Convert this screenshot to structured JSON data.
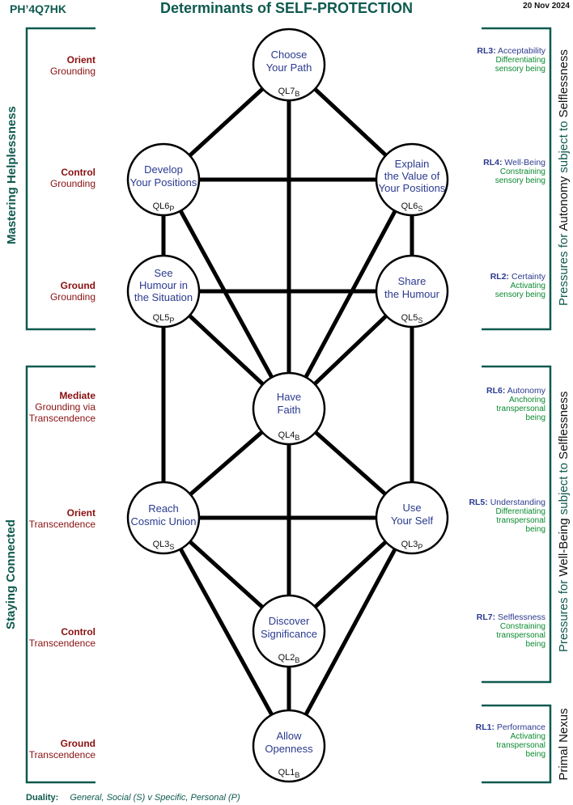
{
  "header": {
    "code": "PH’4Q7HK",
    "title": "Determinants of SELF-PROTECTION",
    "date": "20 Nov 2024"
  },
  "left_groups": [
    {
      "name": "Mastering  Helplessness"
    },
    {
      "name": "Staying  Connected"
    }
  ],
  "left_labels": [
    {
      "a": "Orient",
      "b": "Grounding"
    },
    {
      "a": "Control",
      "b": "Grounding"
    },
    {
      "a": "Ground",
      "b": "Grounding"
    },
    {
      "a": "Mediate",
      "b": "Grounding via",
      "c": "Transcendence"
    },
    {
      "a": "Orient",
      "b": "Transcendence"
    },
    {
      "a": "Control",
      "b": "Transcendence"
    },
    {
      "a": "Ground",
      "b": "Transcendence"
    }
  ],
  "right_groups": [
    {
      "p1": "Pressures for ",
      "p2": "Autonomy",
      "p3": "  subject to ",
      "p4": "Selflessness"
    },
    {
      "p1": "Pressures for ",
      "p2": "Well-Being",
      "p3": "  subject to ",
      "p4": "Selflessness"
    },
    {
      "p1": "Primal Nexus"
    }
  ],
  "right_labels": [
    {
      "code": "RL3:",
      "name": "Acceptability",
      "d1": "Differentiating",
      "d2": "sensory being"
    },
    {
      "code": "RL4:",
      "name": "Well-Being",
      "d1": "Constraining",
      "d2": "sensory being"
    },
    {
      "code": "RL2:",
      "name": "Certainty",
      "d1": "Activating",
      "d2": "sensory being"
    },
    {
      "code": "RL6:",
      "name": "Autonomy",
      "d1": "Anchoring",
      "d2": "transpersonal",
      "d3": "being"
    },
    {
      "code": "RL5:",
      "name": "Understanding",
      "d1": "Differentiating",
      "d2": "transpersonal",
      "d3": "being"
    },
    {
      "code": "RL7:",
      "name": "Selflessness",
      "d1": "Constraining",
      "d2": "transpersonal",
      "d3": "being"
    },
    {
      "code": "RL1:",
      "name": "Performance",
      "d1": "Activating",
      "d2": "transpersonal",
      "d3": "being"
    }
  ],
  "nodes": [
    {
      "id": "ql7",
      "l1": "Choose",
      "l2": "Your Path",
      "ql": "QL7",
      "sub": "B"
    },
    {
      "id": "ql6p",
      "l1": "Develop",
      "l2": "Your Positions",
      "ql": "QL6",
      "sub": "P"
    },
    {
      "id": "ql6s",
      "l1": "Explain",
      "l2": "the Value of",
      "l3": "Your Positions",
      "ql": "QL6",
      "sub": "S"
    },
    {
      "id": "ql5p",
      "l1": "See",
      "l2": "Humour in",
      "l3": "the Situation",
      "ql": "QL5",
      "sub": "P"
    },
    {
      "id": "ql5s",
      "l1": "Share",
      "l2": "the Humour",
      "ql": "QL5",
      "sub": "S"
    },
    {
      "id": "ql4",
      "l1": "Have",
      "l2": "Faith",
      "ql": "QL4",
      "sub": "B"
    },
    {
      "id": "ql3s",
      "l1": "Reach",
      "l2": "Cosmic Union",
      "ql": "QL3",
      "sub": "S"
    },
    {
      "id": "ql3p",
      "l1": "Use",
      "l2": "Your Self",
      "ql": "QL3",
      "sub": "P"
    },
    {
      "id": "ql2",
      "l1": "Discover",
      "l2": "Significance",
      "ql": "QL2",
      "sub": "B"
    },
    {
      "id": "ql1",
      "l1": "Allow",
      "l2": "Openness",
      "ql": "QL1",
      "sub": "B"
    }
  ],
  "duality": {
    "key": "Duality:",
    "value": "General, Social (S)  v  Specific, Personal (P)"
  }
}
